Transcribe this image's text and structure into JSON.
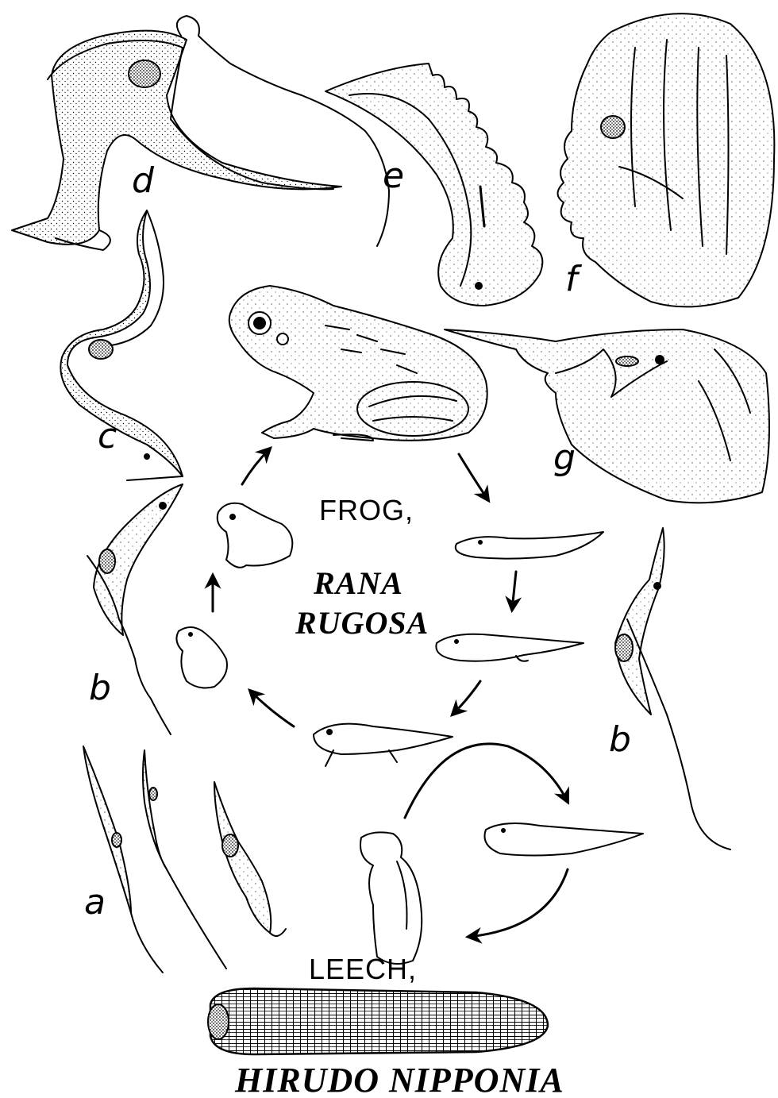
{
  "hosts": {
    "frog_common": "FROG,",
    "frog_sci_1": "RANA",
    "frog_sci_2": "RUGOSA",
    "leech_common": "LEECH,",
    "leech_sci": "HIRUDO NIPPONIA"
  },
  "stage_labels": {
    "a": "a",
    "b_left": "b",
    "b_right": "b",
    "c": "c",
    "d": "d",
    "e": "e",
    "f": "f",
    "g": "g"
  },
  "icons": [
    "frog-icon",
    "tadpole-icon",
    "froglet-icon",
    "leech-icon",
    "trypanosome-icon",
    "cycle-arrow-icon"
  ]
}
